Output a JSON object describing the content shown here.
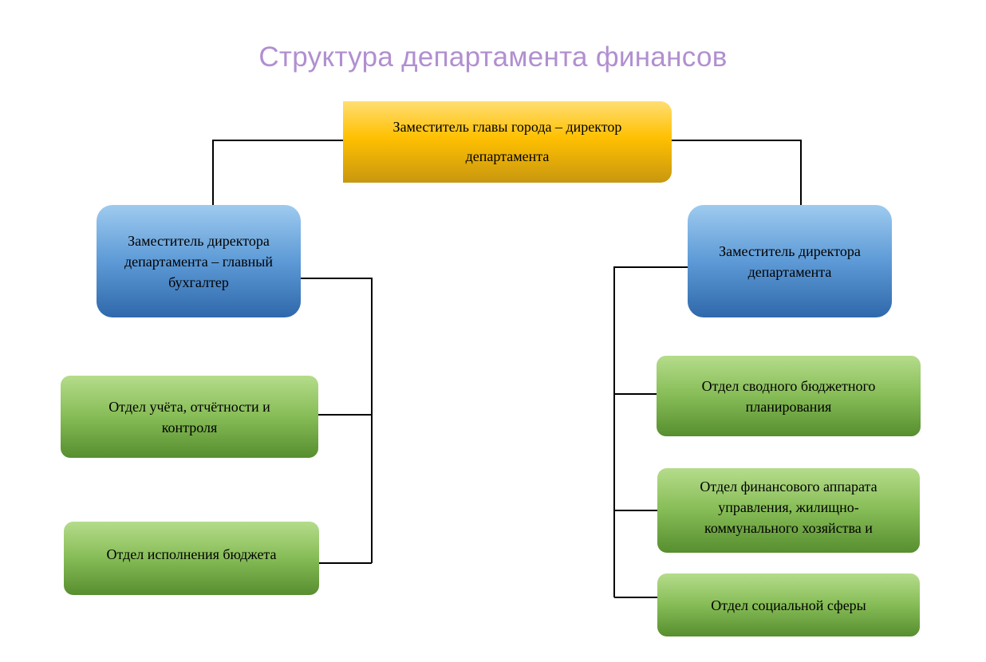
{
  "title": "Структура департамента финансов",
  "nodes": {
    "director": "Заместитель главы города – директор департамента",
    "chief_accountant": "Заместитель директора департамента – главный бухгалтер",
    "deputy_director": "Заместитель директора департамента",
    "accounting_dept": "Отдел учёта, отчётности и контроля",
    "budget_execution_dept": "Отдел исполнения бюджета",
    "budget_planning_dept": "Отдел сводного бюджетного планирования",
    "housing_dept": "Отдел финансового аппарата управления, жилищно-коммунального хозяйства и",
    "social_dept": "Отдел социальной сферы"
  },
  "colors": {
    "title": "#b18fd0",
    "director_fill": "#ffc000",
    "deputy_fill": "#5d9ad6",
    "department_fill": "#86bc56",
    "connector": "#000000"
  }
}
